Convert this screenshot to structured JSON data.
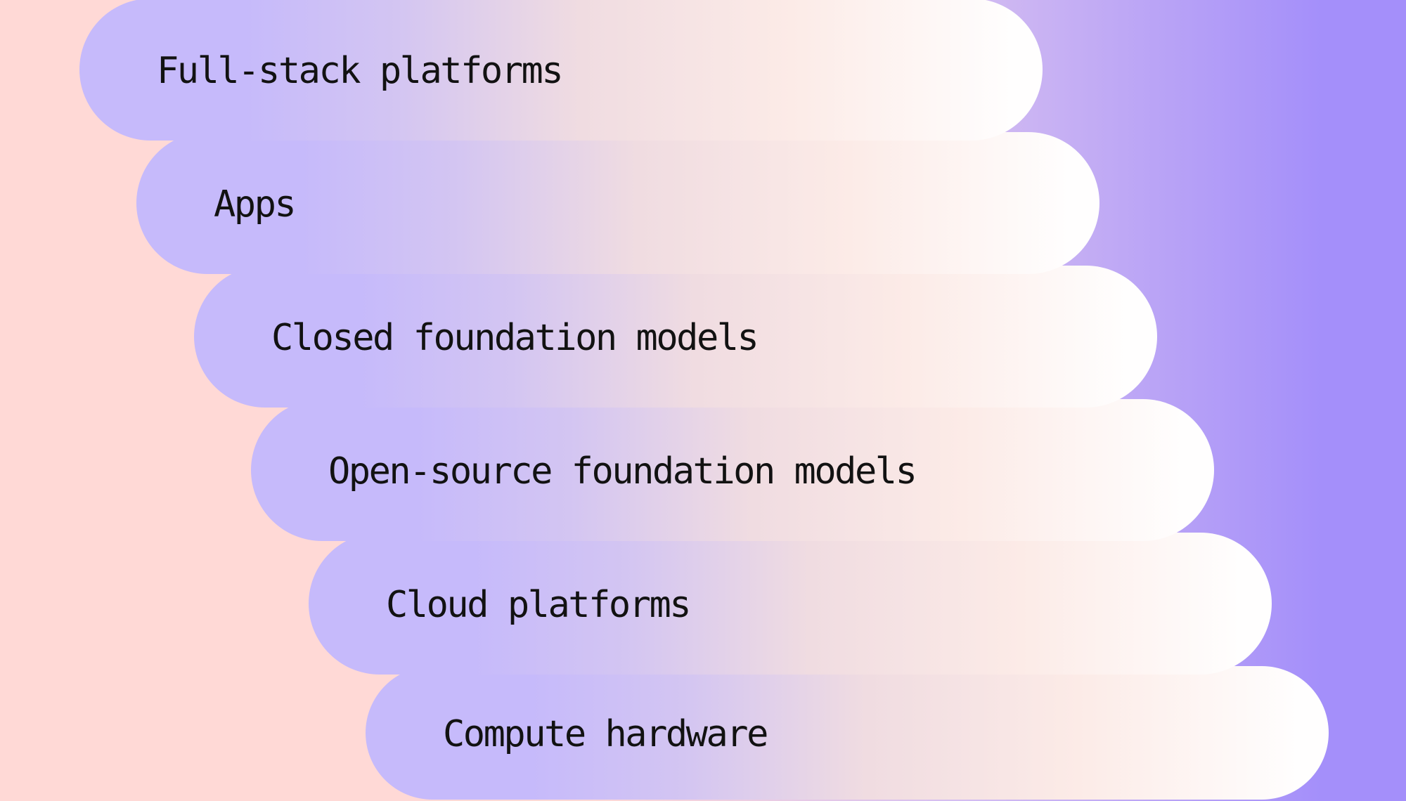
{
  "diagram": {
    "type": "stacked-layer-stairs",
    "layers": [
      {
        "label": "Full-stack platforms"
      },
      {
        "label": "Apps"
      },
      {
        "label": "Closed foundation models"
      },
      {
        "label": "Open-source foundation models"
      },
      {
        "label": "Cloud platforms"
      },
      {
        "label": "Compute hardware"
      }
    ]
  },
  "colors": {
    "bg_pink": "#ffd9d6",
    "bg_mid": "#d4bdf1",
    "bg_purple": "#a48ffa",
    "pill_purple": "#c6bafb",
    "pill_mid1": "#d3c5f2",
    "pill_mid2": "#f0dce1",
    "pill_mid3": "#fcebe7",
    "pill_white": "#fffefe",
    "text_color": "#121212"
  }
}
